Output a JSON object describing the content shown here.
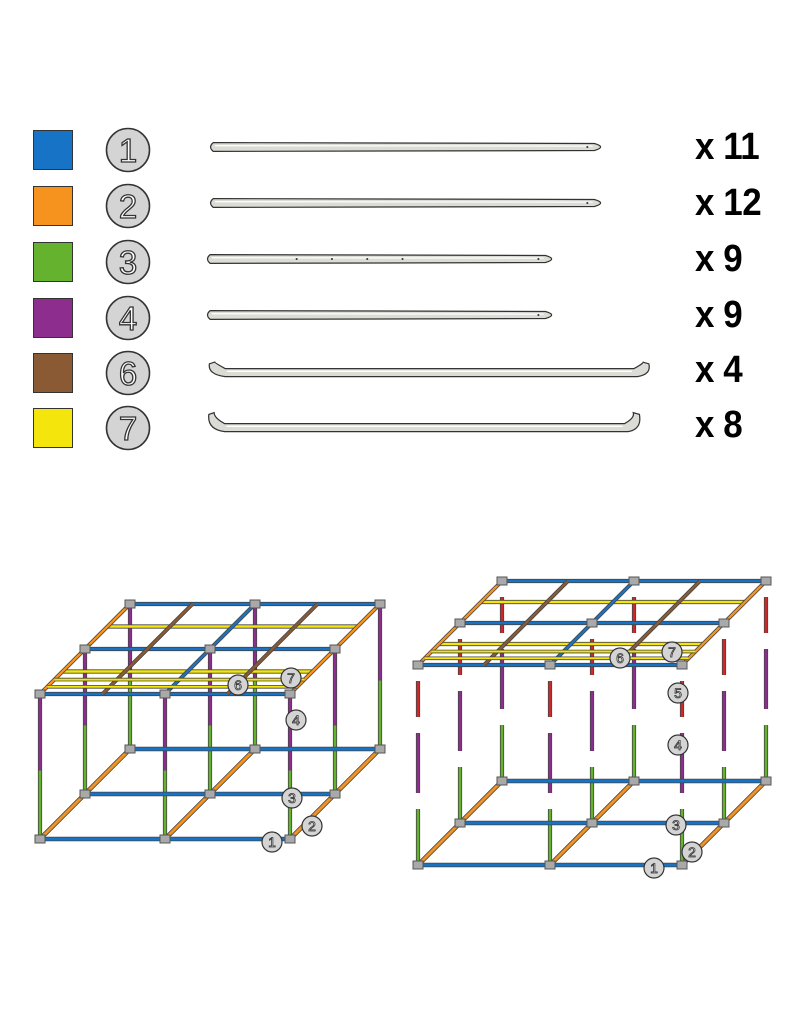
{
  "parts": [
    {
      "number": "1",
      "color": "#1673c6",
      "quantity": "x 11",
      "pole_type": "straight",
      "pole_length": 450,
      "holes": false
    },
    {
      "number": "2",
      "color": "#f6931f",
      "quantity": "x 12",
      "pole_type": "straight",
      "pole_length": 450,
      "holes": false
    },
    {
      "number": "3",
      "color": "#64b22e",
      "quantity": "x 9",
      "pole_type": "straight",
      "pole_length": 398,
      "holes": true
    },
    {
      "number": "4",
      "color": "#8d2e8f",
      "quantity": "x 9",
      "pole_type": "straight",
      "pole_length": 398,
      "holes": false
    },
    {
      "number": "6",
      "color": "#8a5a34",
      "quantity": "x 4",
      "pole_type": "bent-small",
      "pole_length": 505,
      "holes": false
    },
    {
      "number": "7",
      "color": "#f4e60c",
      "quantity": "x 8",
      "pole_type": "bent-large",
      "pole_length": 495,
      "holes": false
    }
  ],
  "frames": {
    "left": {
      "callouts": [
        "6",
        "7",
        "4",
        "3",
        "1",
        "2"
      ]
    },
    "right": {
      "callouts": [
        "6",
        "7",
        "5",
        "4",
        "3",
        "1",
        "2"
      ]
    }
  },
  "colors": {
    "connector": "#a9a9a9",
    "red_pole": "#cc2a2a",
    "circle_fill": "#d4d4d4",
    "pole_fill": "#dcdcd6"
  }
}
